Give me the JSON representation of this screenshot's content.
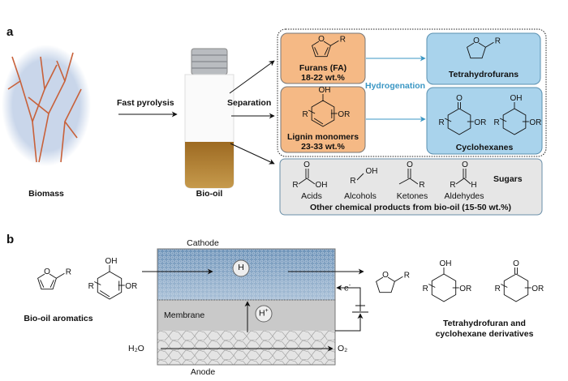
{
  "panel_a": {
    "label": "a",
    "biomass_label": "Biomass",
    "step1_label": "Fast pyrolysis",
    "biooil_label": "Bio-oil",
    "step2_label": "Separation",
    "furans": {
      "name": "Furans (FA)",
      "amount": "18-22 wt.%"
    },
    "lignin": {
      "name": "Lignin monomers",
      "amount": "23-33 wt.%"
    },
    "hydrogenation_label": "Hydrogenation",
    "tetrahydrofurans_label": "Tetrahydrofurans",
    "cyclohexanes_label": "Cyclohexanes",
    "other": {
      "items": [
        "Acids",
        "Alcohols",
        "Ketones",
        "Aldehydes"
      ],
      "sugars": "Sugars",
      "caption": "Other chemical products from bio-oil (15-50 wt.%)"
    }
  },
  "panel_b": {
    "label": "b",
    "cathode": "Cathode",
    "anode": "Anode",
    "membrane": "Membrane",
    "h_atom": "H",
    "h_plus": "H",
    "h_plus_sup": "+",
    "electron": "e",
    "electron_sup": "-",
    "water": "H₂O",
    "oxygen": "O₂",
    "reactants_label": "Bio-oil aromatics",
    "products_label_1": "Tetrahydrofuran and",
    "products_label_2": "cyclohexane derivatives"
  },
  "atoms": {
    "o": "O",
    "r": "R",
    "oh": "OH",
    "or": "OR",
    "h": "H"
  },
  "colors": {
    "orange_box": "#f5b985",
    "blue_box": "#a9d3ec",
    "gray_box": "#e6e6e6",
    "hydrogenation": "#3b97c4",
    "cathode": "#7fa0bf",
    "membrane": "#c9c9c9",
    "anode": "#e4e4e4",
    "bio_oil": "#b07a2a"
  }
}
